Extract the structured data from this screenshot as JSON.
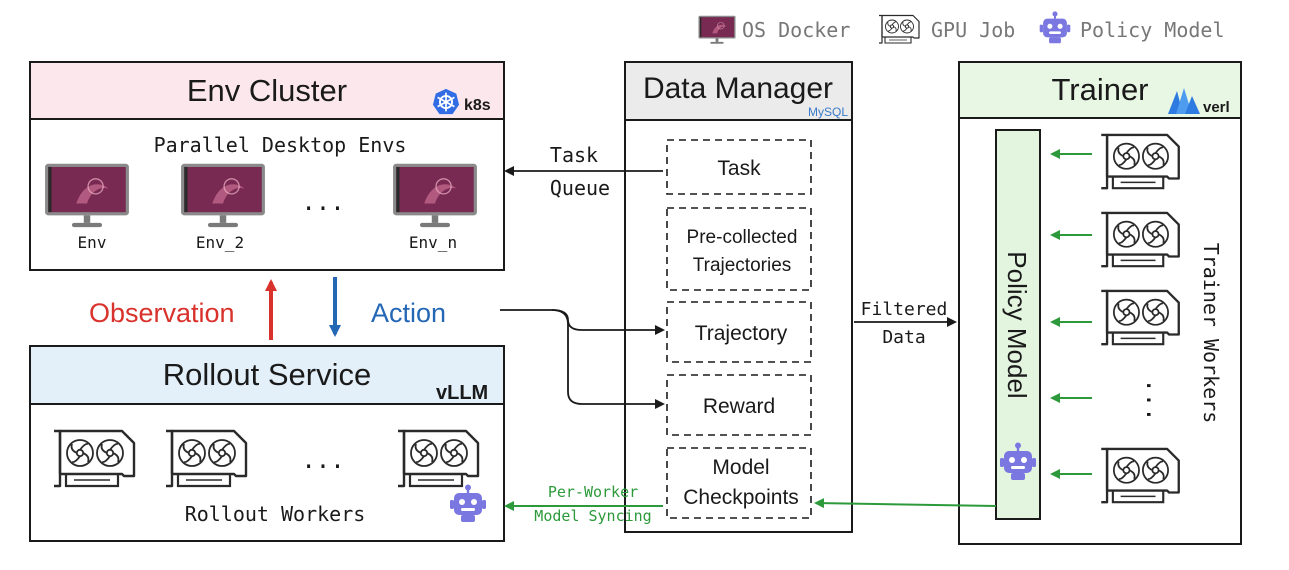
{
  "legend": {
    "os_docker": "OS Docker",
    "gpu_job": "GPU Job",
    "policy_model": "Policy Model"
  },
  "env_cluster": {
    "title": "Env Cluster",
    "badge": "k8s",
    "subtitle": "Parallel Desktop Envs",
    "envs": [
      "Env",
      "Env_2",
      "Env_n"
    ],
    "ellipsis": "..."
  },
  "rollout": {
    "title": "Rollout Service",
    "badge": "vLLM",
    "workers_label": "Rollout Workers",
    "ellipsis": "..."
  },
  "data_manager": {
    "title": "Data Manager",
    "badge": "MySQL",
    "items": [
      "Task",
      "Pre-collected Trajectories",
      "Trajectory",
      "Reward",
      "Model Checkpoints"
    ]
  },
  "trainer": {
    "title": "Trainer",
    "badge": "verl",
    "policy_label": "Policy Model",
    "workers_label": "Trainer Workers",
    "ellipsis": "..."
  },
  "flows": {
    "task_queue": [
      "Task",
      "Queue"
    ],
    "observation": "Observation",
    "action": "Action",
    "filtered_data": [
      "Filtered",
      "Data"
    ],
    "model_sync": [
      "Per-Worker",
      "Model Syncing"
    ]
  },
  "colors": {
    "env_header": "#fce8ec",
    "rollout_header": "#e3f0fa",
    "dm_header": "#ebebeb",
    "trainer_header": "#e8f6e4",
    "policy_bar": "#e3f5df",
    "observation": "#d9312b",
    "action": "#2467b5",
    "sync": "#2c9a3a",
    "k8s": "#326ce5",
    "verl": "#2d7be0",
    "robot": "#7a78e0"
  }
}
